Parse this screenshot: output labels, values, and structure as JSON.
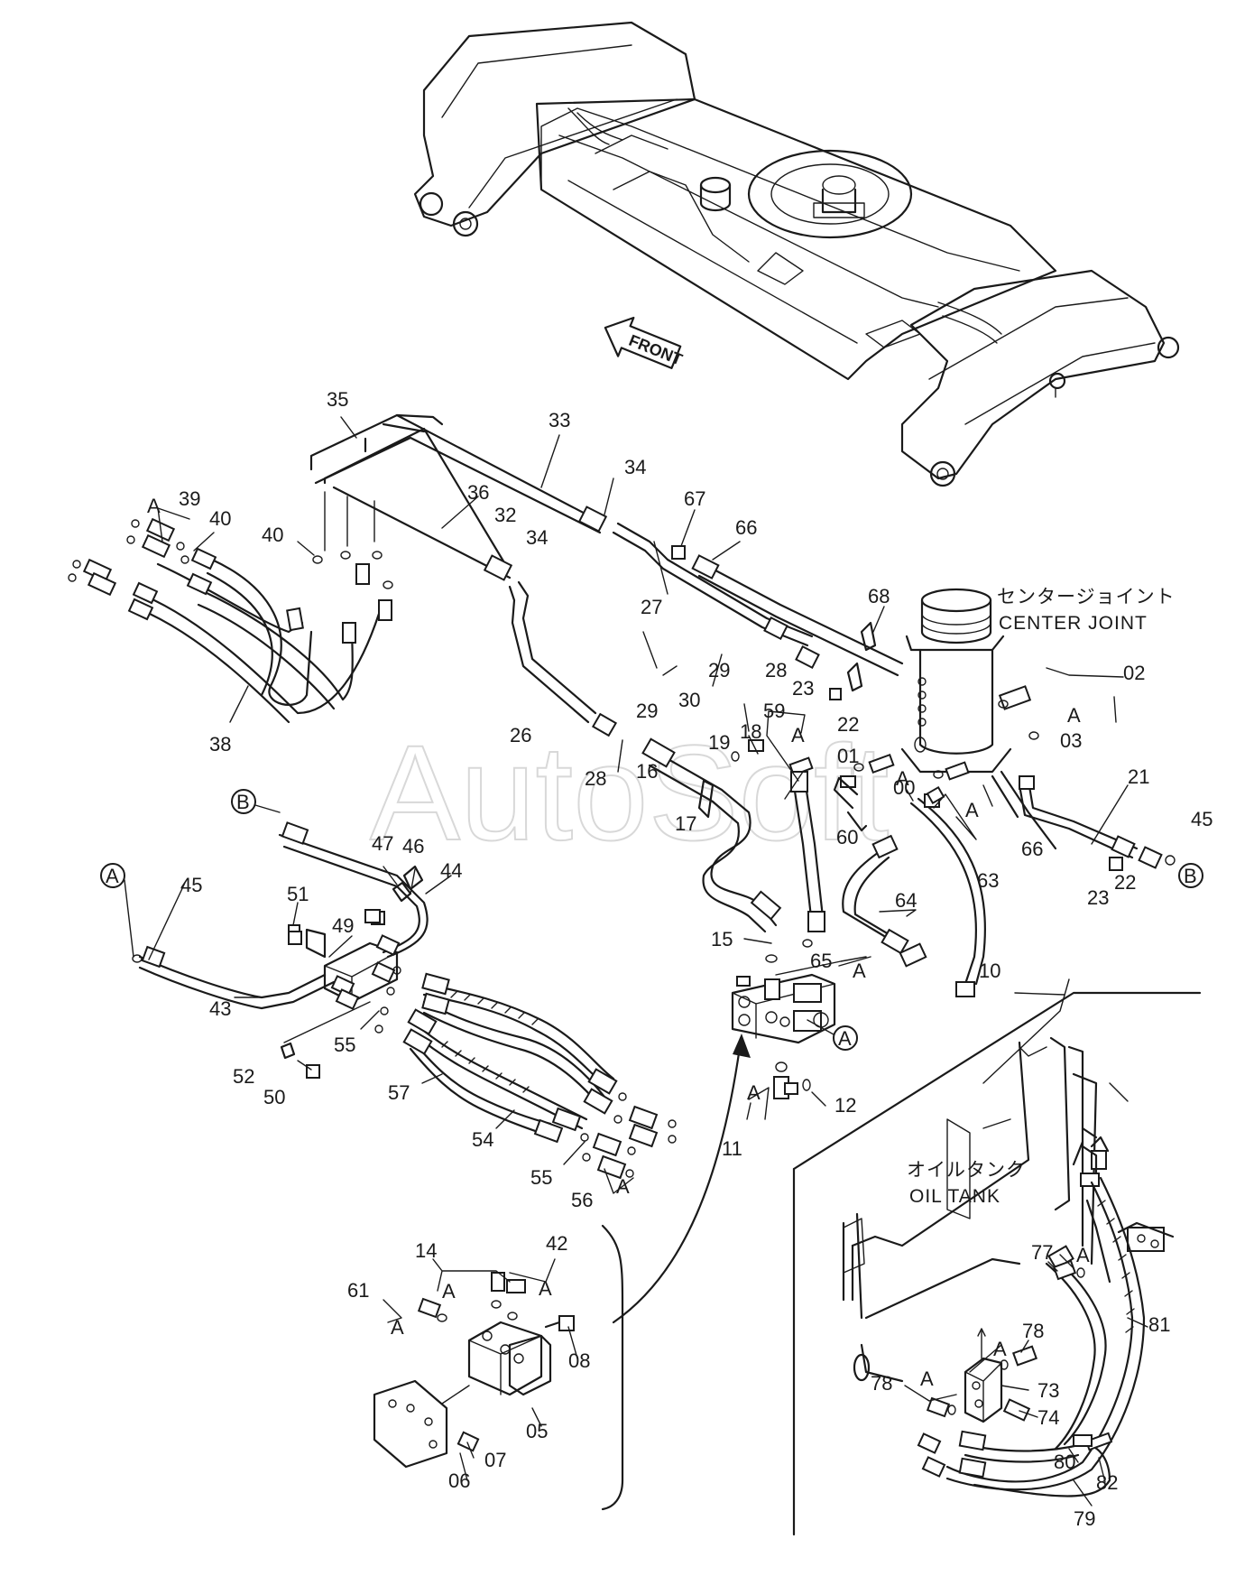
{
  "watermark": "AutoSoft",
  "front_arrow": "FRONT",
  "center_joint": {
    "jp": "センタージョイント",
    "en": "CENTER JOINT"
  },
  "oil_tank": {
    "jp": "オイルタンク",
    "en": "OIL TANK"
  },
  "callouts": {
    "c35": "35",
    "c33": "33",
    "c34a": "34",
    "c34b": "34",
    "c36": "36",
    "c32": "32",
    "c39": "39",
    "c40a": "40",
    "c40b": "40",
    "c38": "38",
    "cA1": "A",
    "c67": "67",
    "c66a": "66",
    "c27": "27",
    "c68": "68",
    "c29a": "29",
    "c29b": "29",
    "c30": "30",
    "c28a": "28",
    "c28b": "28",
    "c23a": "23",
    "c22a": "22",
    "c26": "26",
    "c59": "59",
    "c18": "18",
    "c19": "19",
    "c16": "16",
    "c17": "17",
    "cA2": "A",
    "c01": "01",
    "cA3": "A",
    "c00": "00",
    "c02": "02",
    "cA4": "A",
    "c03": "03",
    "c21": "21",
    "c45a": "45",
    "c22b": "22",
    "c23b": "23",
    "c66b": "66",
    "c63": "63",
    "cA5": "A",
    "c60": "60",
    "c64": "64",
    "c65": "65",
    "cA6": "A",
    "c10": "10",
    "c15": "15",
    "c47": "47",
    "c46": "46",
    "c44": "44",
    "c45b": "45",
    "c51": "51",
    "c49": "49",
    "c43": "43",
    "c55a": "55",
    "c55b": "55",
    "c52": "52",
    "c50": "50",
    "c57": "57",
    "c54": "54",
    "c56": "56",
    "cA7": "A",
    "cA8": "A",
    "c11": "11",
    "c12": "12",
    "c14": "14",
    "c42": "42",
    "cA9": "A",
    "cA10": "A",
    "c61": "61",
    "cA11": "A",
    "c08": "08",
    "c05": "05",
    "c06": "06",
    "c07": "07",
    "c77": "77",
    "cA12": "A",
    "c78a": "78",
    "cA13": "A",
    "c81": "81",
    "c78b": "78",
    "cA14": "A",
    "c73": "73",
    "c74": "74",
    "c80": "80",
    "c82": "82",
    "c79": "79"
  },
  "circle_refs": {
    "A1": "A",
    "A2": "A",
    "B1": "B",
    "B2": "B"
  }
}
